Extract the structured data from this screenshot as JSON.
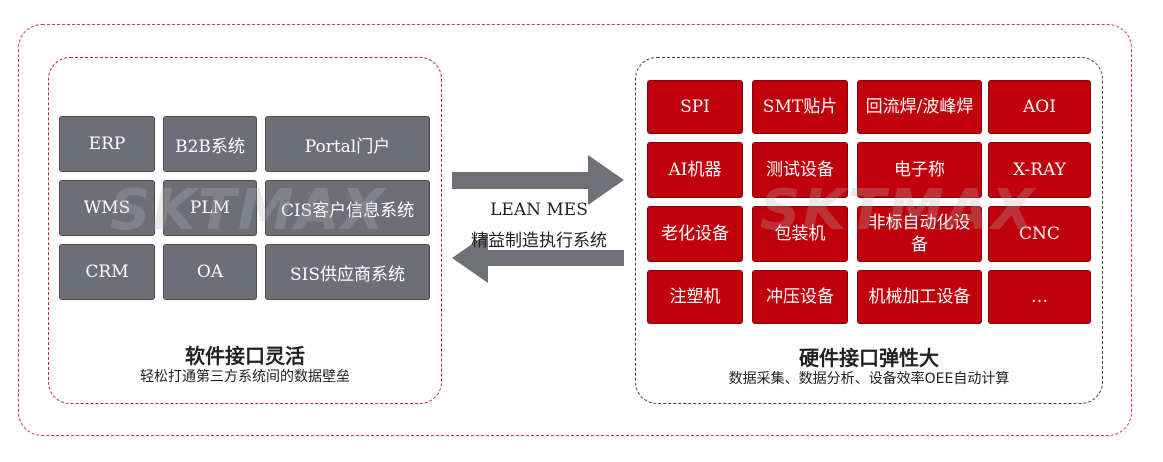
{
  "left_panel": {
    "items": [
      "ERP",
      "B2B系统",
      "Portal门户",
      "WMS",
      "PLM",
      "CIS客户信息系统",
      "CRM",
      "OA",
      "SIS供应商系统"
    ],
    "title": "软件接口灵活",
    "subtitle": "轻松打通第三方系统间的数据壁垒"
  },
  "center": {
    "line1": "LEAN MES",
    "line2": "精益制造执行系统"
  },
  "right_panel": {
    "items": [
      "SPI",
      "SMT贴片",
      "回流焊/波峰焊",
      "AOI",
      "AI机器",
      "测试设备",
      "电子称",
      "X-RAY",
      "老化设备",
      "包装机",
      "非标自动化设备",
      "CNC",
      "注塑机",
      "冲压设备",
      "机械加工设备",
      "…"
    ],
    "title": "硬件接口弹性大",
    "subtitle": "数据采集、数据分析、设备效率OEE自动计算"
  },
  "watermark": "SKTMAX",
  "colors": {
    "accent_red": "#c0000b",
    "gray_box": "#6e6e78",
    "arrow_gray": "#707078"
  }
}
